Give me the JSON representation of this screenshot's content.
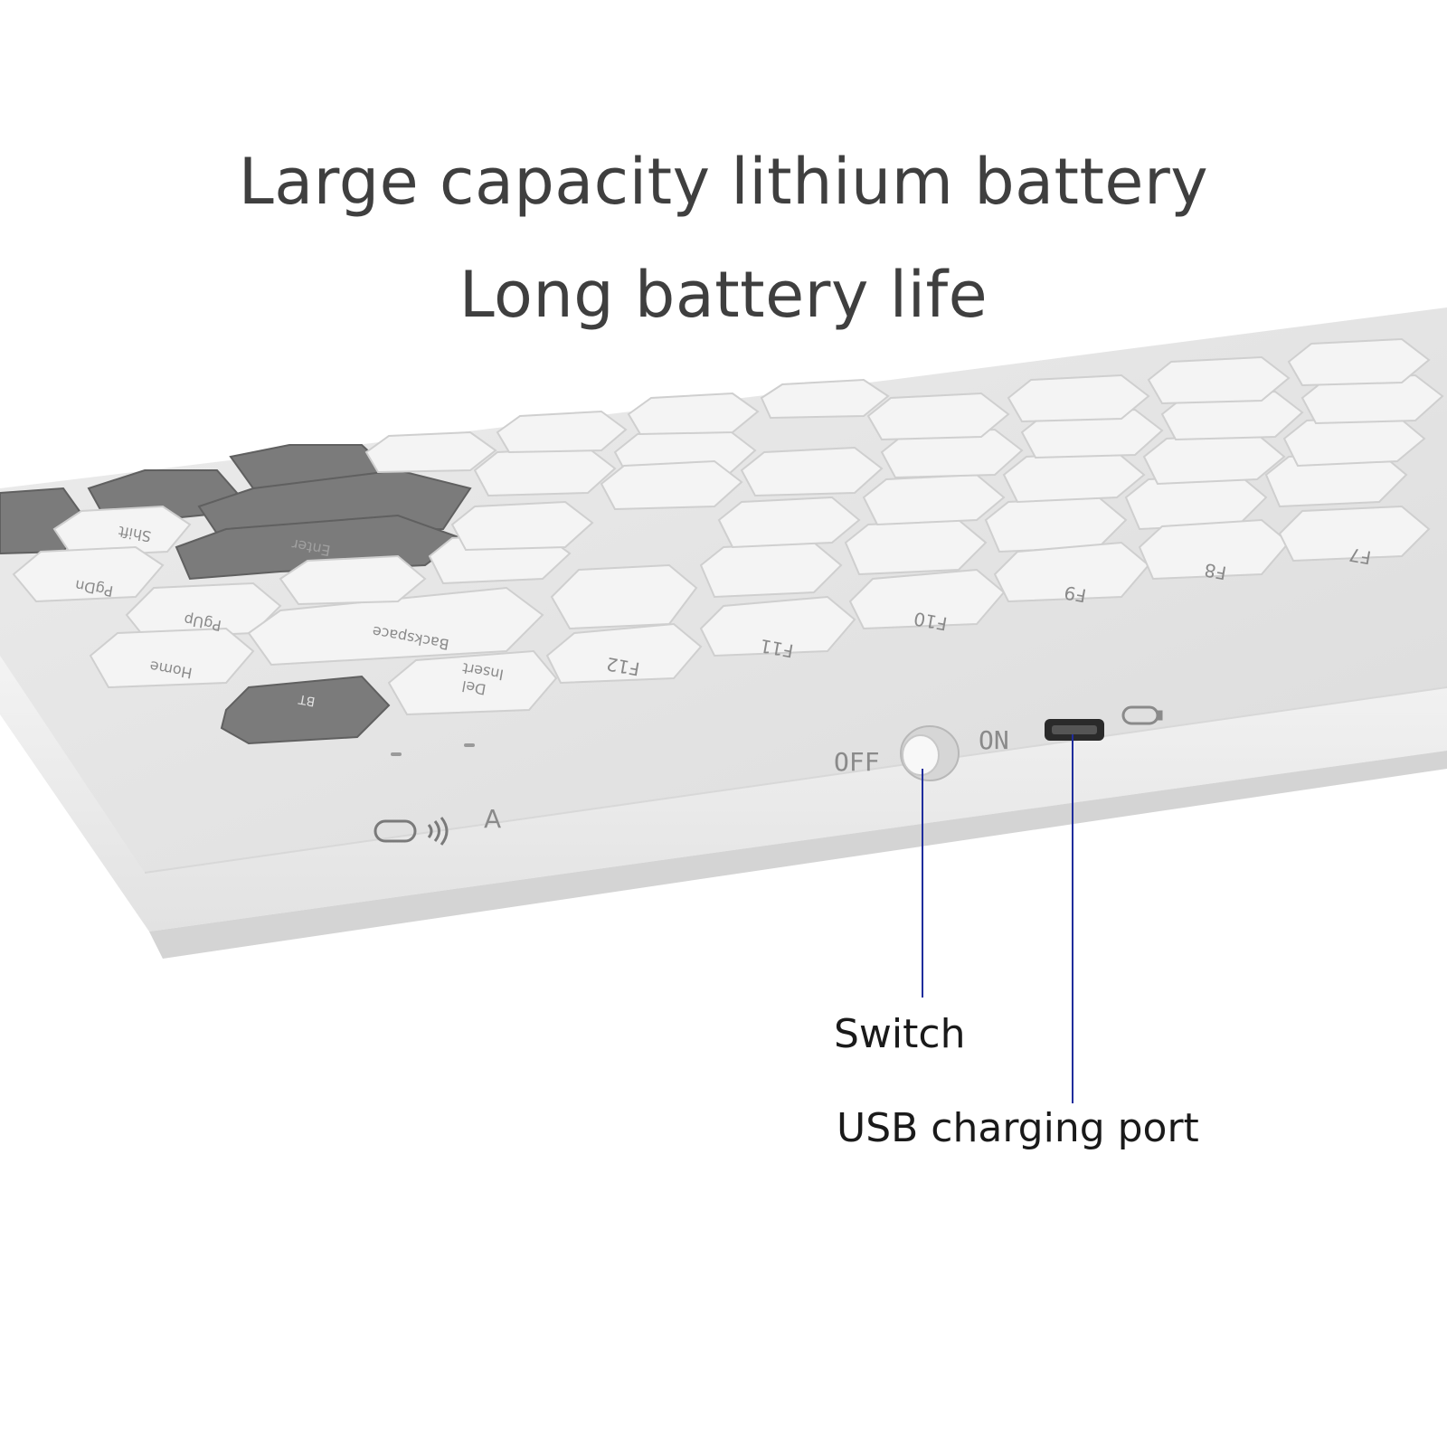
{
  "headline": {
    "line1": "Large capacity lithium battery",
    "line2": "Long battery life"
  },
  "callouts": {
    "switch": "Switch",
    "usb": "USB charging port"
  },
  "device": {
    "switch_off_label": "OFF",
    "switch_on_label": "ON",
    "indicator_a_label": "A",
    "leader_line_color": "#1f2d9c",
    "body_color": "#eeeeee",
    "dark_key_color": "#7d7d7d",
    "light_key_color": "#f1f1f1"
  },
  "keys": [
    "Shift",
    "Enter",
    "PgDn",
    "PgUp",
    "Home",
    "Backspace",
    "Del",
    "Insert",
    "BT",
    "F7",
    "F8",
    "F9",
    "F10",
    "F11",
    "F12"
  ]
}
